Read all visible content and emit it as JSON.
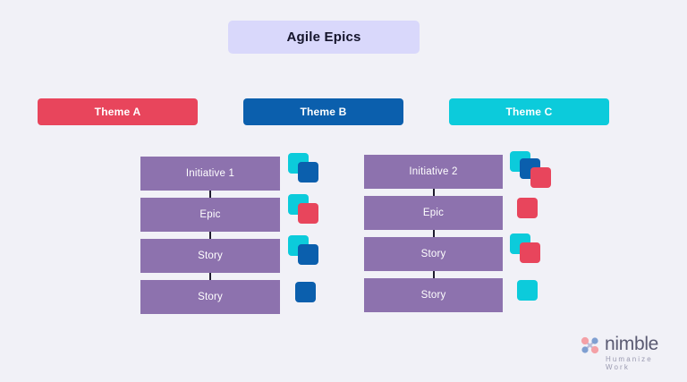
{
  "header": {
    "title": "Agile Epics"
  },
  "themes": [
    {
      "label": "Theme A",
      "color": "#e8455c",
      "name": "theme-a"
    },
    {
      "label": "Theme B",
      "color": "#0b5fad",
      "name": "theme-b"
    },
    {
      "label": "Theme C",
      "color": "#0ccbdb",
      "name": "theme-c"
    }
  ],
  "columns": [
    {
      "name": "initiative-1-column",
      "nodes": [
        {
          "label": "Initiative 1",
          "tags": [
            "cyan",
            "blue"
          ]
        },
        {
          "label": "Epic",
          "tags": [
            "cyan",
            "red"
          ]
        },
        {
          "label": "Story",
          "tags": [
            "cyan",
            "blue"
          ]
        },
        {
          "label": "Story",
          "tags": [
            "blue"
          ]
        }
      ]
    },
    {
      "name": "initiative-2-column",
      "nodes": [
        {
          "label": "Initiative 2",
          "tags": [
            "cyan",
            "blue",
            "red"
          ]
        },
        {
          "label": "Epic",
          "tags": [
            "red"
          ]
        },
        {
          "label": "Story",
          "tags": [
            "cyan",
            "red"
          ]
        },
        {
          "label": "Story",
          "tags": [
            "cyan"
          ]
        }
      ]
    }
  ],
  "palette": {
    "background": "#f1f1f7",
    "title_bg": "#d9d8fb",
    "node_bar": "#8d72ae",
    "cyan": "#0ccbdb",
    "blue": "#0b5fad",
    "red": "#e8455c",
    "connector": "#1e1b2e"
  },
  "logo": {
    "word": "nimble",
    "tagline": "Humanize Work"
  }
}
